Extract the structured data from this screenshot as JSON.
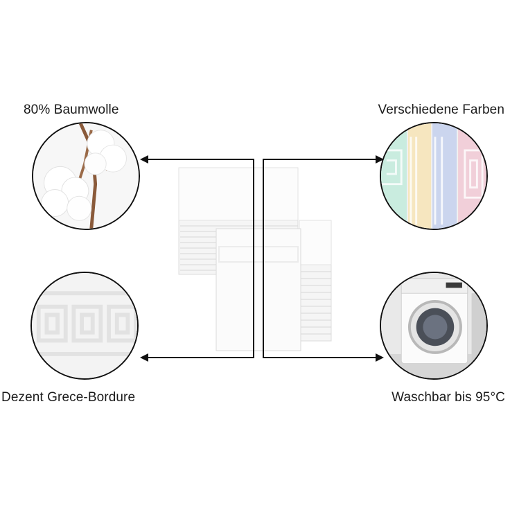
{
  "features": {
    "top_left": "80% Baumwolle",
    "top_right": "Verschiedene Farben",
    "bottom_left": "Dezent Grece-Bordure",
    "bottom_right": "Waschbar bis 95°C"
  },
  "colors": {
    "arrow": "#111111",
    "towel": "#fbfbfb",
    "towel_shadow": "#dcdcdc",
    "stripe_colors": [
      "#bfe6d6",
      "#f4e3b8",
      "#c7d2ec",
      "#efc9d4"
    ]
  }
}
